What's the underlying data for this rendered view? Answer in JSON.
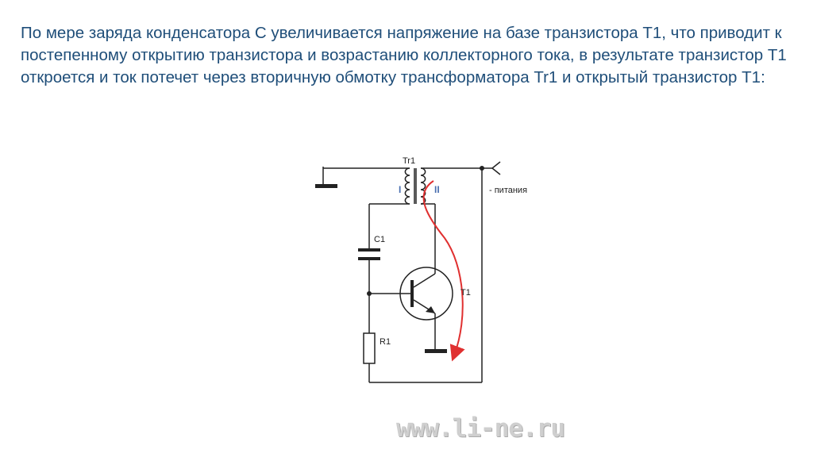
{
  "slide": {
    "paragraph": "По мере заряда конденсатора С увеличивается напряжение на базе транзистора Т1, что приводит к постепенному открытию транзистора и возрастанию коллекторного тока, в результате транзистор Т1 откроется и ток потечет через вторичную обмотку трансформатора Tr1 и открытый транзистор Т1:"
  },
  "schematic": {
    "transformer_label": "Tr1",
    "winding_primary_label": "I",
    "winding_secondary_label": "II",
    "supply_label": "- питания",
    "capacitor_label": "C1",
    "resistor_label": "R1",
    "transistor_label": "T1",
    "current_path_color": "#e03030",
    "wire_color": "#222222",
    "winding_label_color": "#4a6fb0"
  },
  "watermark": "www.li-ne.ru"
}
